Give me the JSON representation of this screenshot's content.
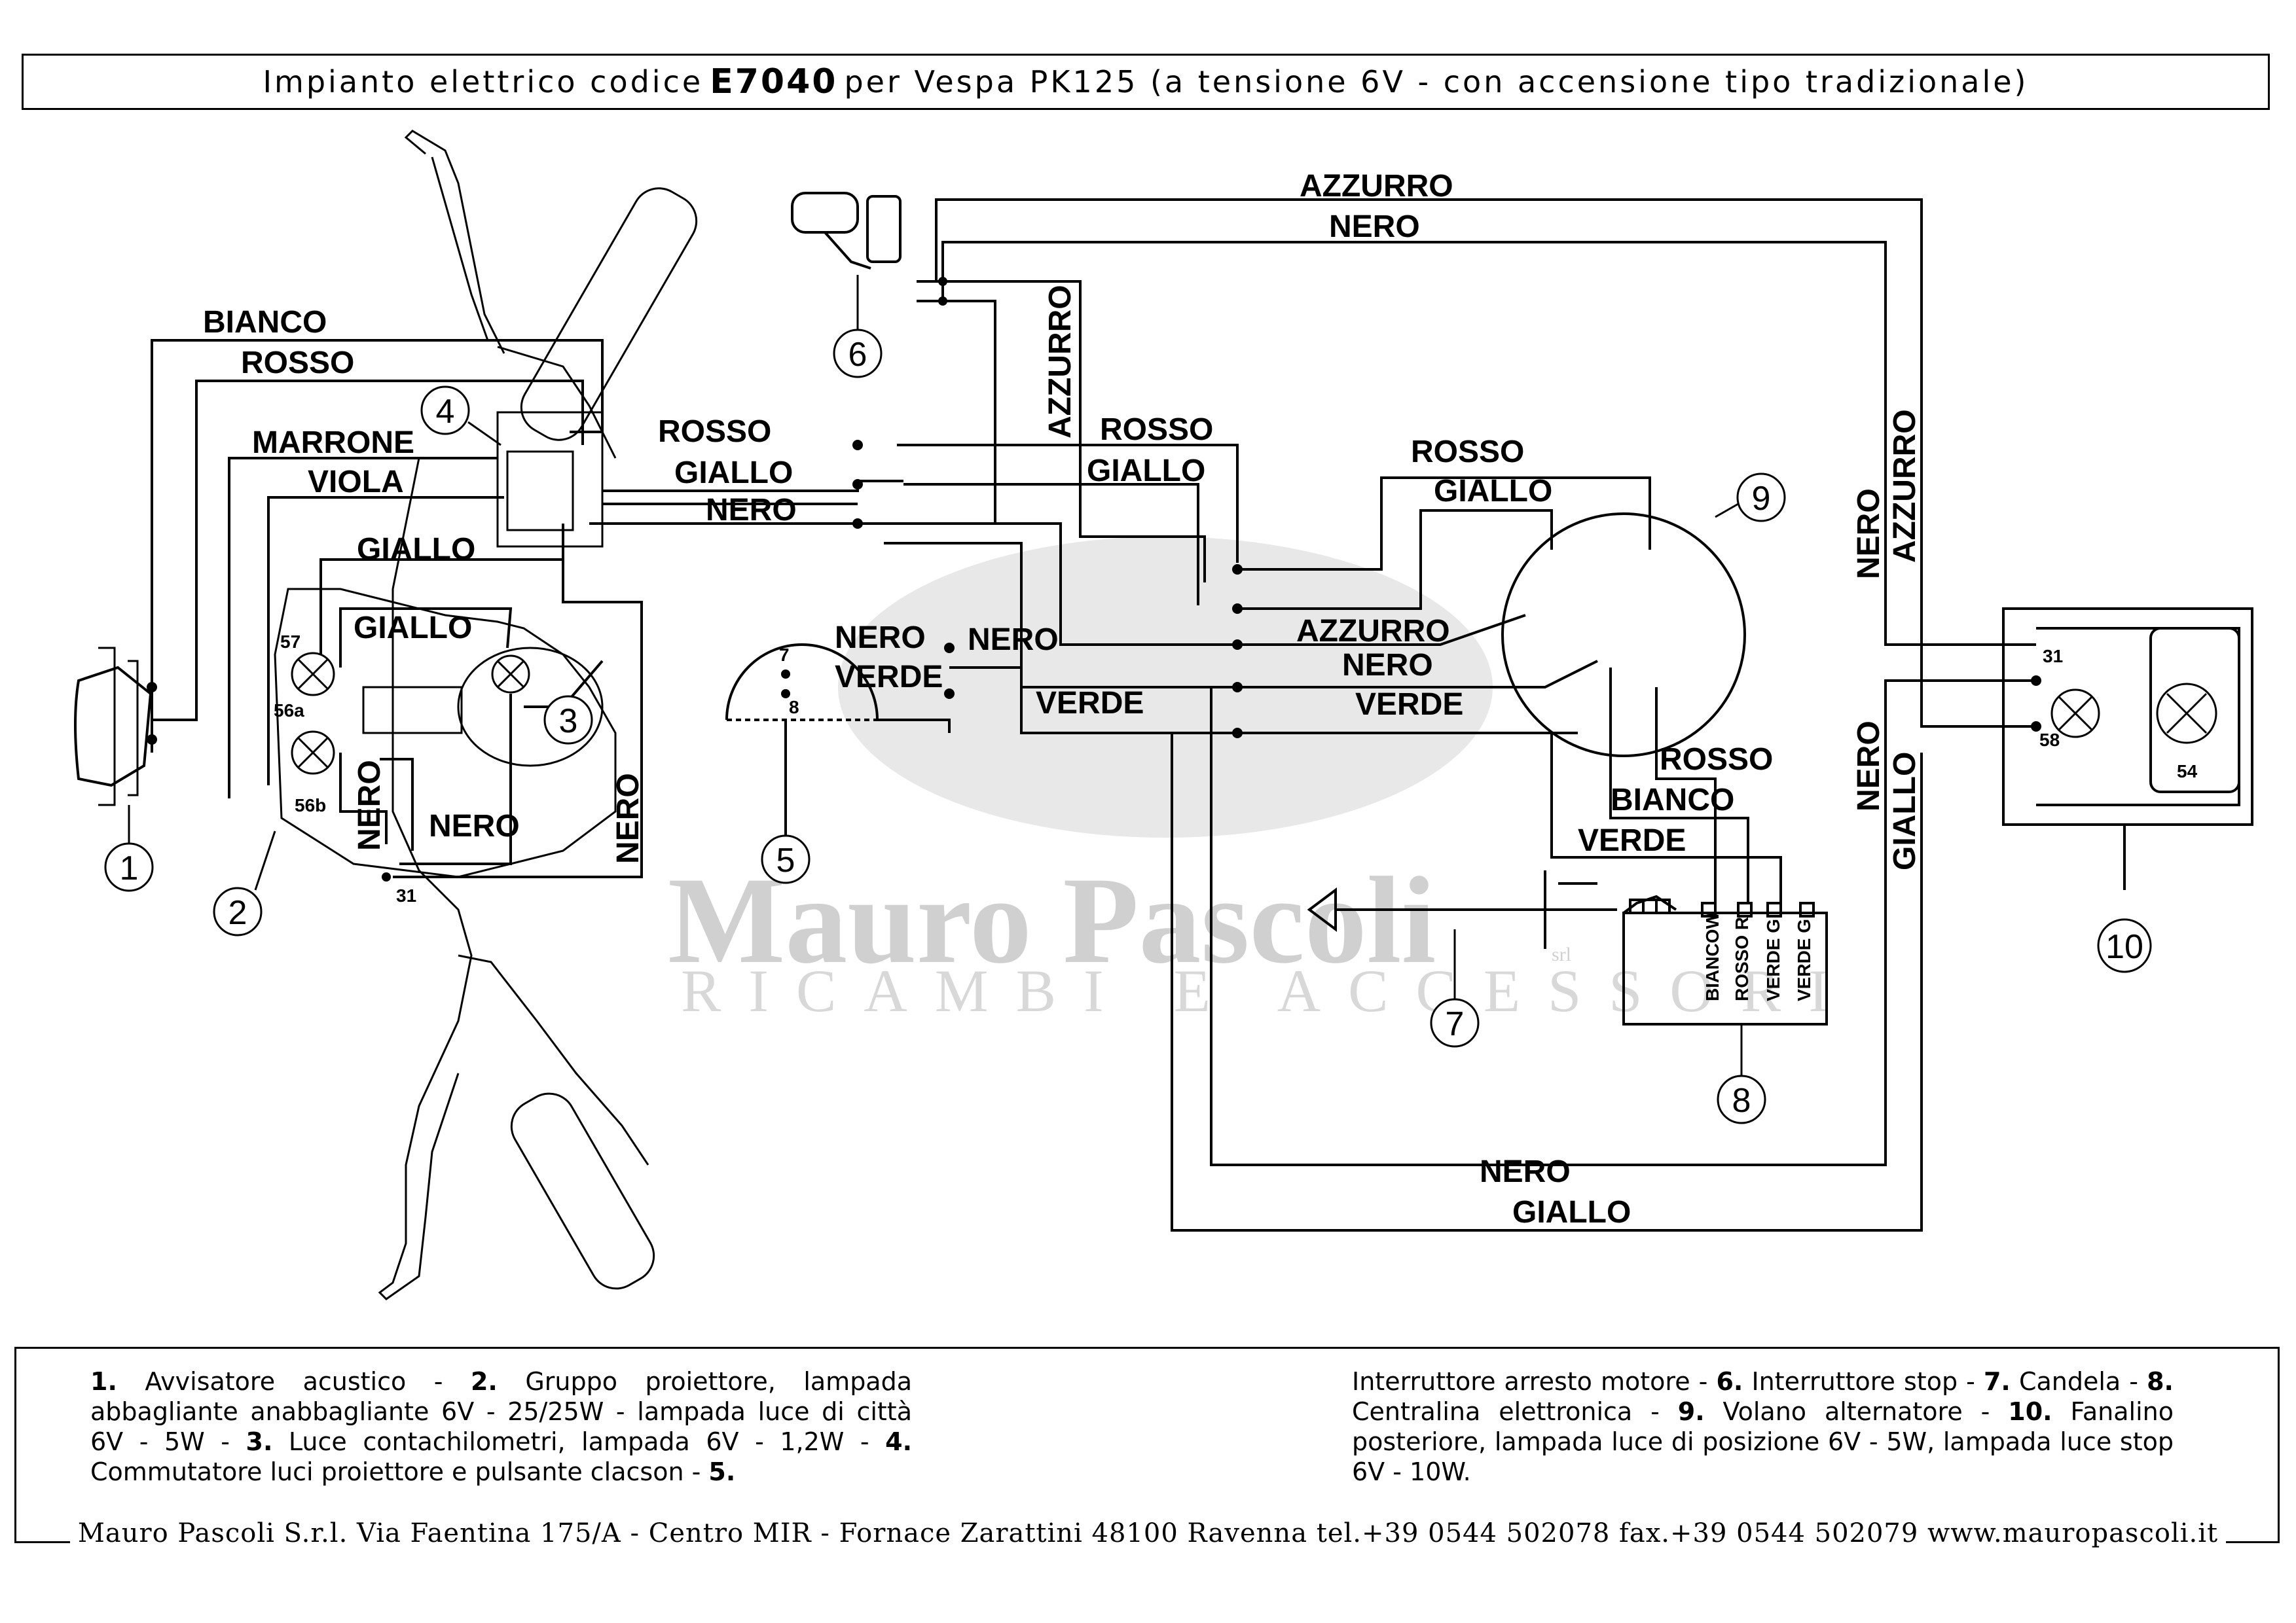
{
  "title": {
    "prefix": "Impianto elettrico codice",
    "code": "E7040",
    "suffix": "per Vespa PK125 (a tensione 6V - con accensione tipo tradizionale)"
  },
  "wire_labels": {
    "bianco": "BIANCO",
    "rosso": "ROSSO",
    "marrone": "MARRONE",
    "viola": "VIOLA",
    "giallo": "GIALLO",
    "nero": "NERO",
    "azzurro": "AZZURRO",
    "verde": "VERDE",
    "biancow": "BIANCOW",
    "rosso_r": "ROSSO R",
    "verde_g": "VERDE G"
  },
  "terminals": {
    "t57": "57",
    "t56a": "56a",
    "t56b": "56b",
    "t31": "31",
    "t7": "7",
    "t8": "8",
    "t58": "58",
    "t54": "54"
  },
  "components": [
    "1",
    "2",
    "3",
    "4",
    "5",
    "6",
    "7",
    "8",
    "9",
    "10"
  ],
  "watermark": {
    "name": "Mauro Pascoli",
    "tagline": "RICAMBI E ACCESSORI",
    "srl": "srl"
  },
  "legend": {
    "left": [
      {
        "n": "1.",
        "t": " Avvisatore acustico - "
      },
      {
        "n": "2.",
        "t": " Gruppo proiettore, lampada abbagliante anabbagliante 6V - 25/25W - lampada luce di città 6V - 5W - "
      },
      {
        "n": "3.",
        "t": " Luce contachilometri, lampada 6V - 1,2W - "
      },
      {
        "n": "4.",
        "t": " Commutatore luci proiettore e pulsante clacson - "
      },
      {
        "n": "5.",
        "t": ""
      }
    ],
    "right": [
      {
        "n": "",
        "t": "Interruttore arresto motore - "
      },
      {
        "n": "6.",
        "t": " Interruttore stop - "
      },
      {
        "n": "7.",
        "t": " Candela - "
      },
      {
        "n": "8.",
        "t": " Centralina elettronica - "
      },
      {
        "n": "9.",
        "t": " Volano alternatore - "
      },
      {
        "n": "10.",
        "t": " Fanalino posteriore, lampada luce di posizione 6V - 5W, lampada luce stop 6V - 10W."
      }
    ]
  },
  "footer": "Mauro Pascoli S.r.l. Via Faentina 175/A - Centro MIR - Fornace Zarattini 48100 Ravenna tel.+39 0544 502078 fax.+39 0544 502079 www.mauropascoli.it"
}
